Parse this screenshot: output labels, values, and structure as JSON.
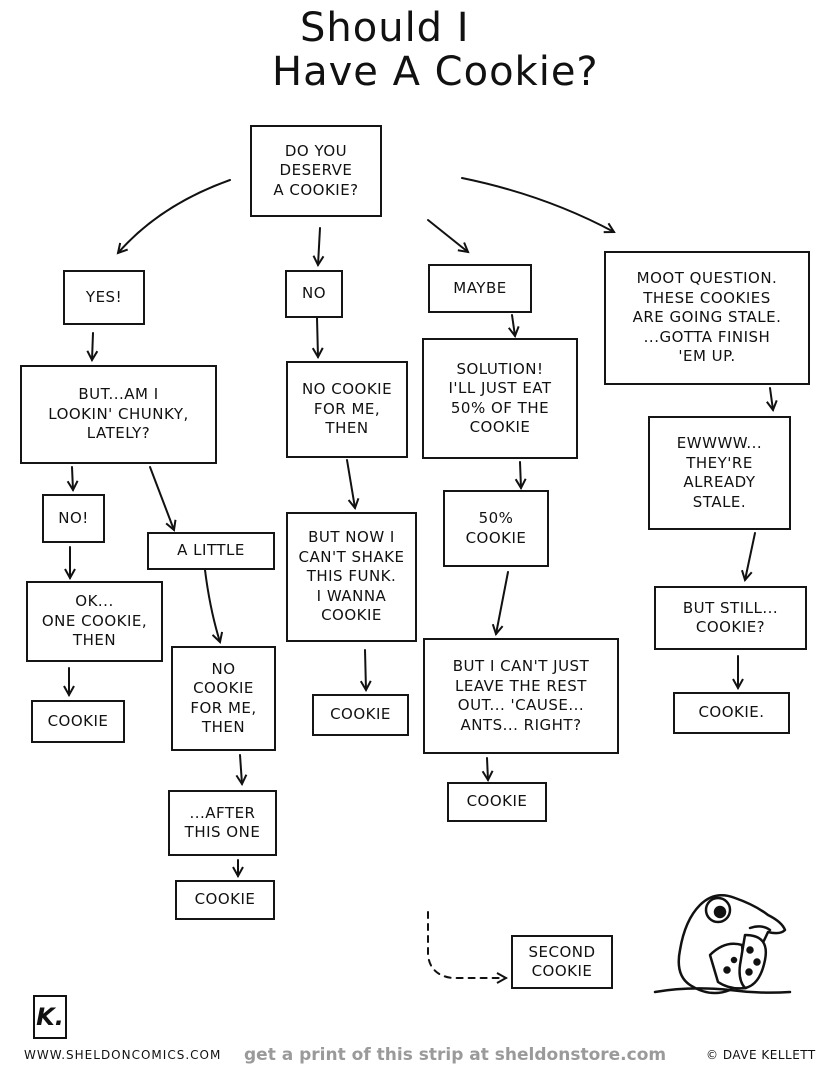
{
  "title": {
    "line1": "Should I",
    "line2": "Have A Cookie?"
  },
  "nodes": {
    "root": "Do you\nDeserve\nA Cookie?",
    "yes": "Yes!",
    "no": "No",
    "maybe": "Maybe",
    "moot": "Moot Question.\nThese cookies\nare going stale.\n...Gotta finish\n'em up.",
    "chunky": "But...Am I\nLookin' Chunky,\nLately?",
    "no_cookie_1": "No cookie\nfor me,\nthen",
    "solution": "Solution!\nI'll just eat\n50% of the\ncookie",
    "stale": "Ewwww...\nThey're\nalready\nstale.",
    "no_excl": "No!",
    "a_little": "A Little",
    "funk": "But now I\ncan't shake\nthis funk.\nI wanna\ncookie",
    "fifty": "50%\nCookie",
    "but_still": "But still...\ncookie?",
    "ok_one": "OK...\nOne cookie,\nthen",
    "no_cookie_2": "No\ncookie\nfor me,\nthen",
    "cant_leave": "But I can't just\nleave the rest\nout... 'cause...\nants... right?",
    "cookie_1": "Cookie",
    "cookie_2": "Cookie",
    "cookie_3": "Cookie",
    "cookie_4": "Cookie.",
    "after_this": "...After\nthis one",
    "cookie_5": "Cookie",
    "second": "Second\nCookie"
  },
  "footer": {
    "left": "WWW.SHELDONCOMICS.COM",
    "center": "get a print of this strip at sheldonstore.com",
    "right": "© DAVE KELLETT"
  },
  "logo_letter": "K.",
  "colors": {
    "ink": "#111111",
    "footer_center": "#9a9a9a"
  }
}
